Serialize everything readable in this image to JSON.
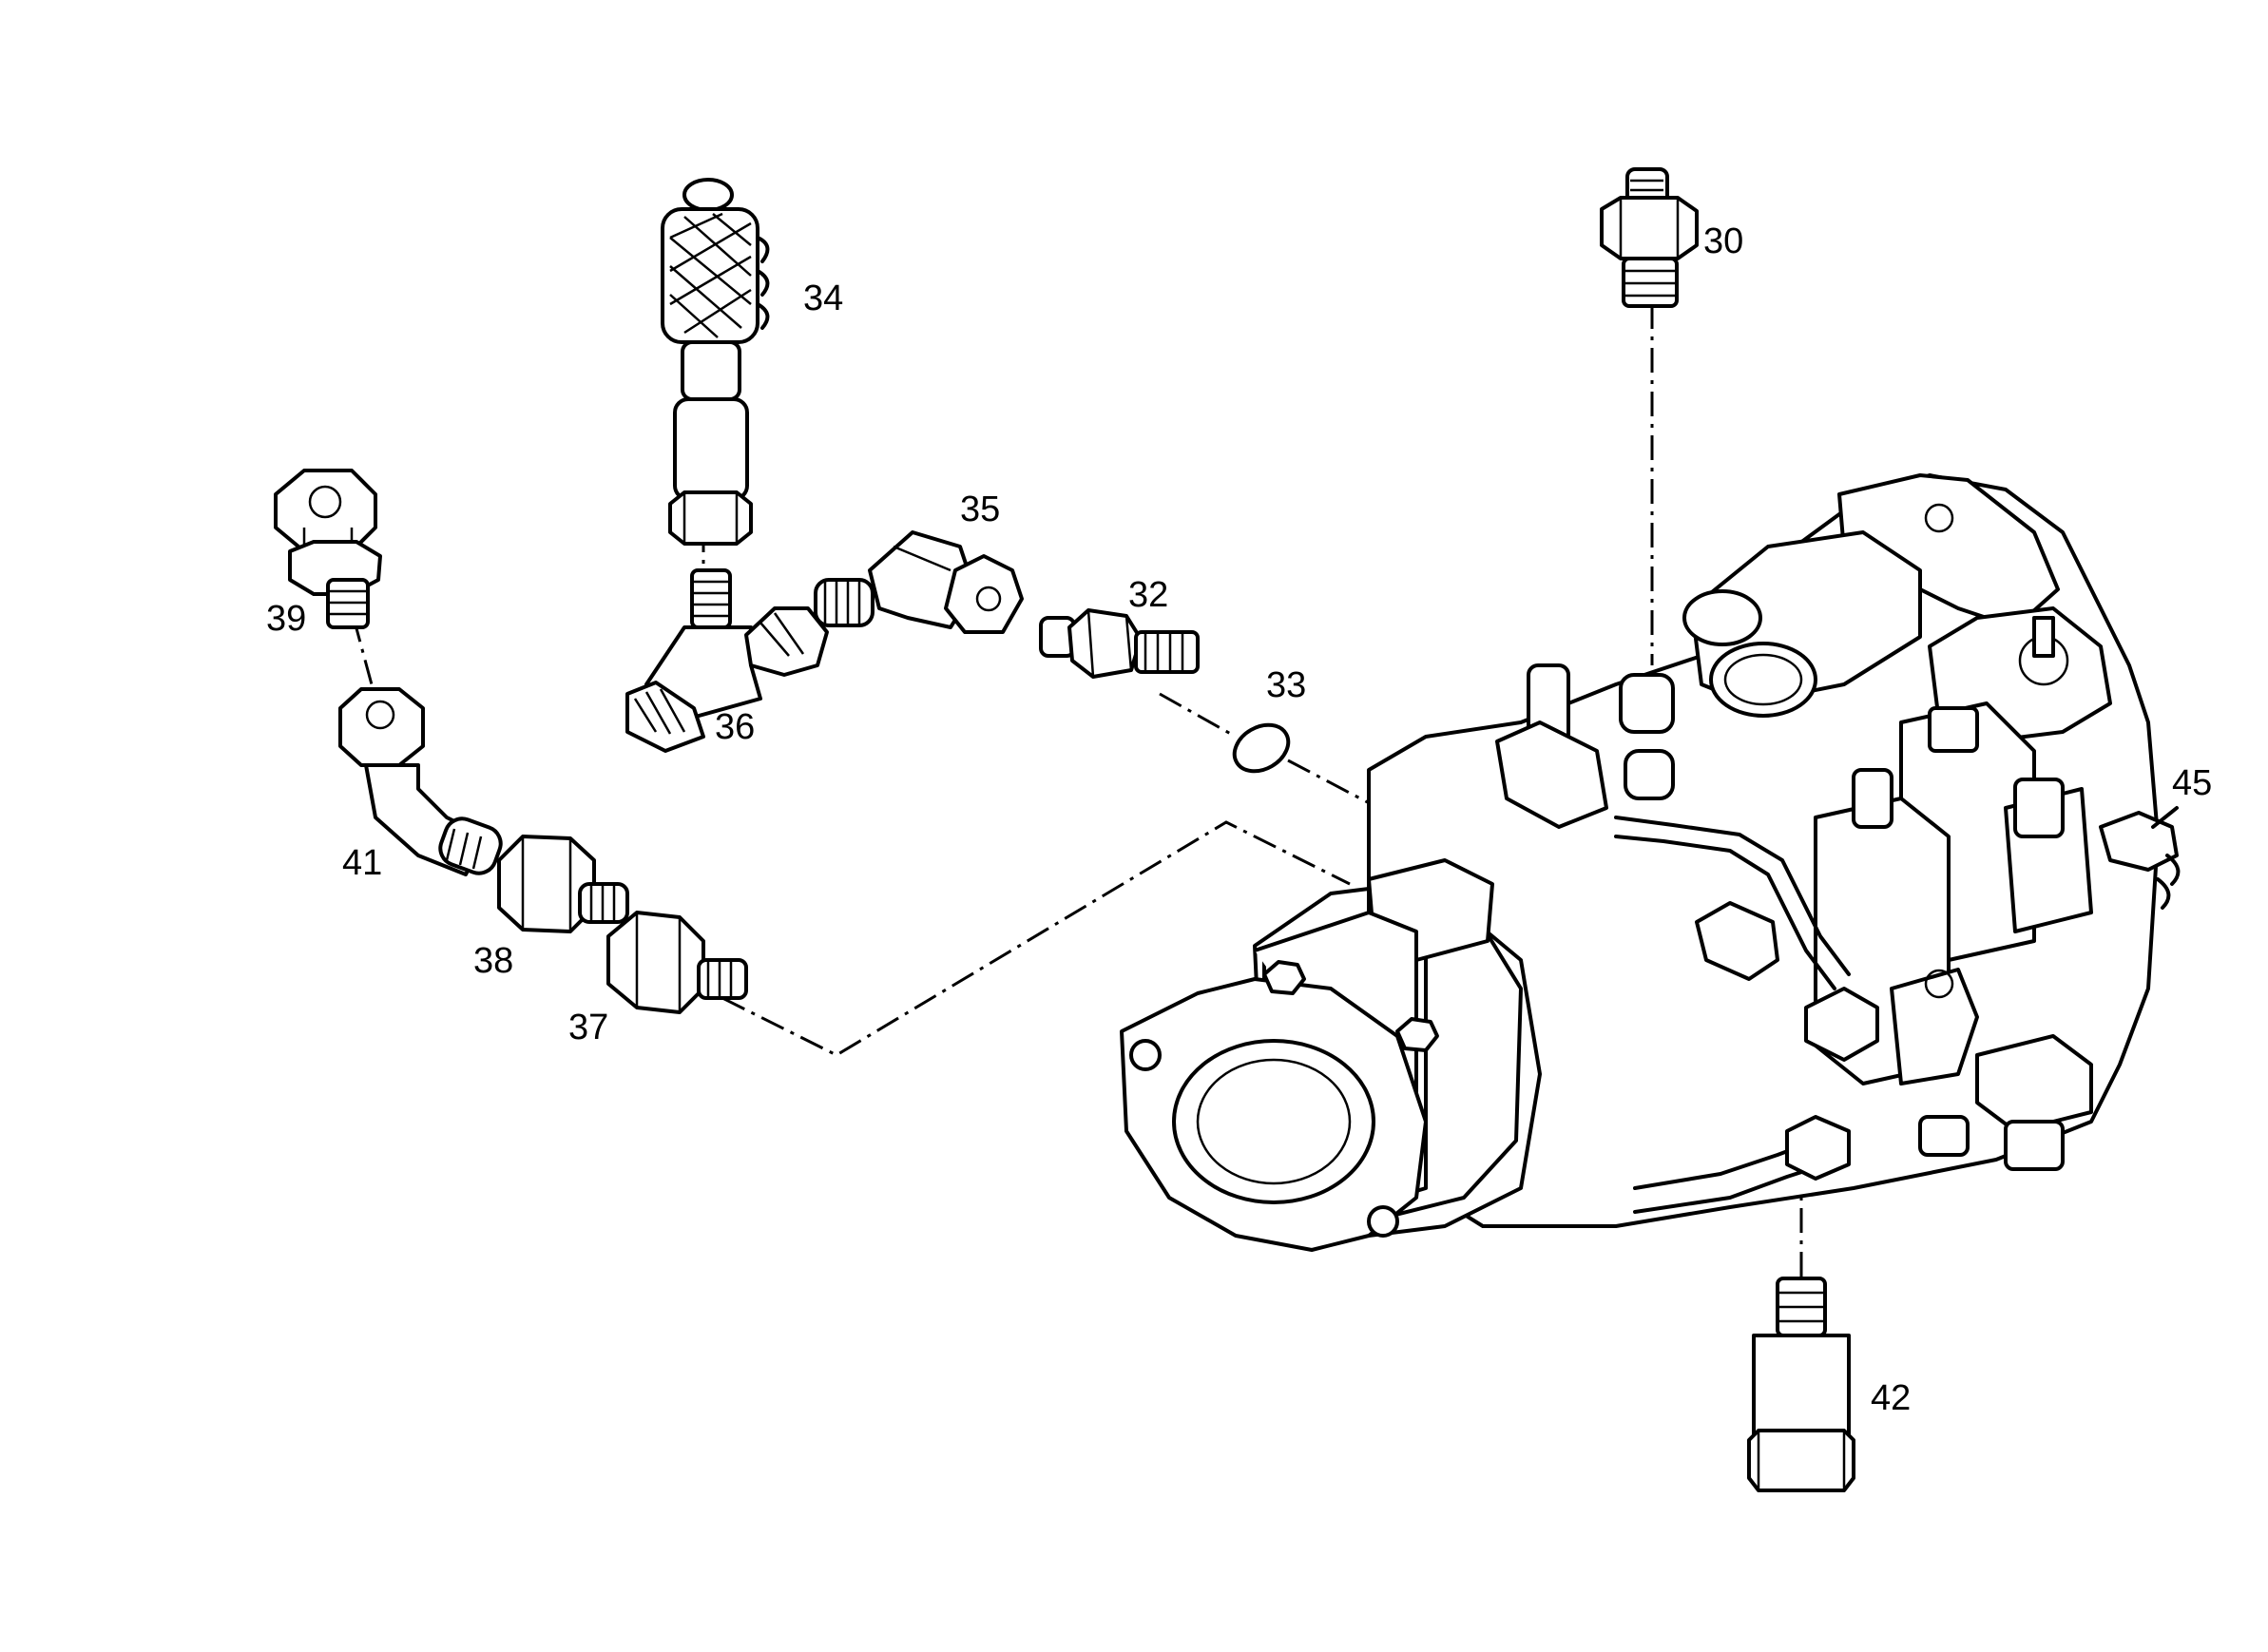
{
  "callouts": {
    "p30": "30",
    "p32": "32",
    "p33": "33",
    "p34": "34",
    "p35": "35",
    "p36": "36",
    "p37": "37",
    "p38": "38",
    "p39": "39",
    "p41": "41",
    "p42": "42",
    "p45": "45"
  }
}
